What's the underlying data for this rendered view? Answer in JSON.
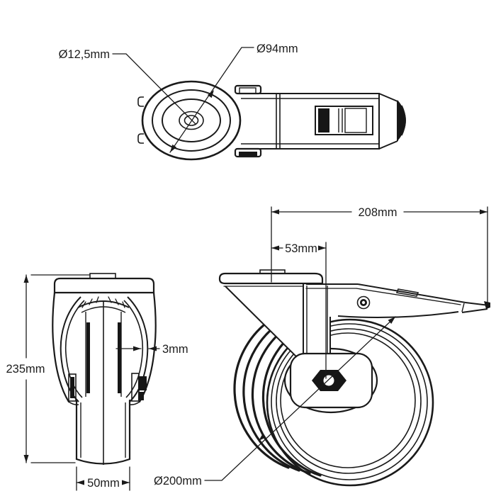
{
  "drawing": {
    "background": "#ffffff",
    "line_color": "#1a1a1a",
    "text_color": "#1d1d1d",
    "views": {
      "top": {
        "bolt_hole": "Ø12,5mm",
        "plate_diameter": "Ø94mm"
      },
      "front": {
        "overall_height": "235mm",
        "fork_plate_thickness": "3mm",
        "wheel_width": "50mm"
      },
      "side": {
        "overall_length": "208mm",
        "swivel_offset": "53mm",
        "wheel_diameter": "Ø200mm"
      }
    }
  }
}
